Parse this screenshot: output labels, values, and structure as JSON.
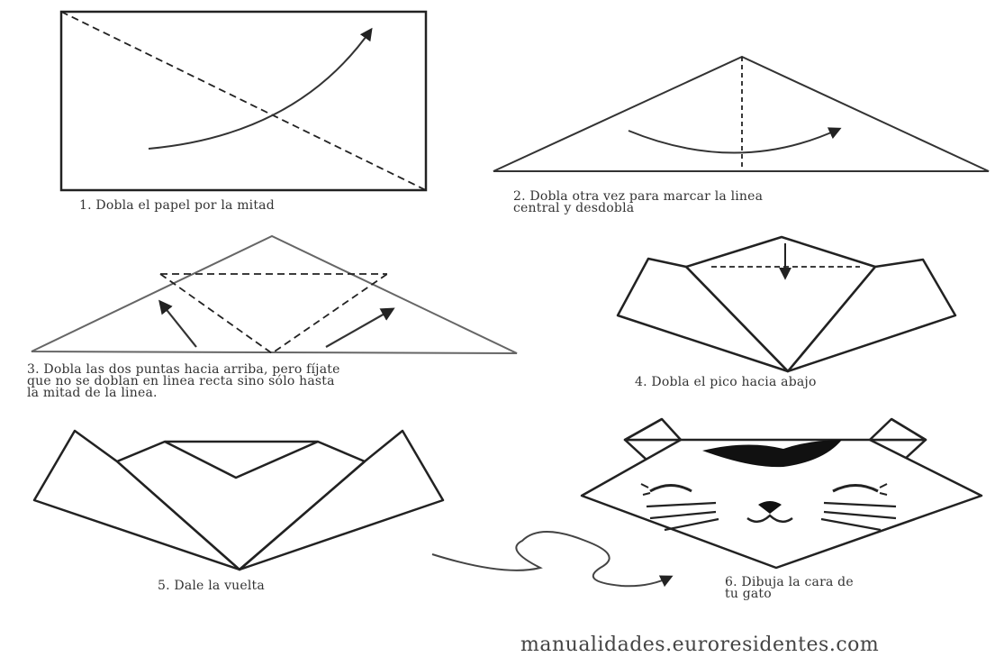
{
  "steps": [
    {
      "caption": "1. Dobla el papel por la mitad"
    },
    {
      "caption": "2. Dobla otra vez para marcar la linea\ncentral y desdobla"
    },
    {
      "caption": "3. Dobla las dos puntas hacia arriba, pero fíjate\nque no se doblan en linea recta sino sólo hasta\nla mitad de la linea."
    },
    {
      "caption": "4. Dobla el pico hacia abajo"
    },
    {
      "caption": "5. Dale la vuelta"
    },
    {
      "caption": "6. Dibuja la cara de\ntu gato"
    }
  ],
  "credit": "manualidades.euroresidentes.com",
  "colors": {
    "line": "#222222",
    "fold": "#333333",
    "fill": "#ffffff"
  },
  "icons": [
    "arrow-icon",
    "cat-face-icon"
  ]
}
